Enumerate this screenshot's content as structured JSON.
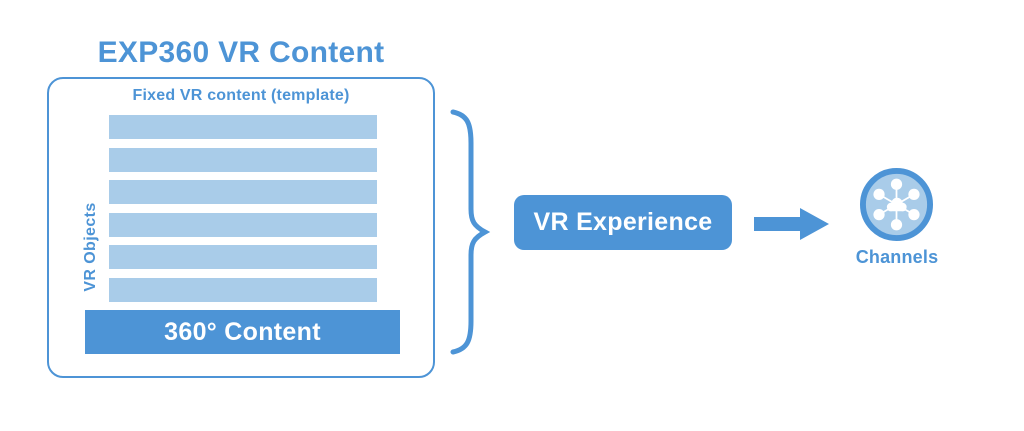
{
  "palette": {
    "primary": "#4D94D6",
    "light": "#A9CCE9",
    "bg": "#FFFFFF",
    "text_on_primary": "#FFFFFF"
  },
  "diagram": {
    "title": "EXP360 VR Content",
    "content_box": {
      "header": "Fixed VR content (template)",
      "side_label": "VR Objects",
      "object_bar_count": 6,
      "footer_label": "360° Content"
    },
    "experience_label": "VR Experience",
    "channels_label": "Channels",
    "icons": {
      "brace": "curly-brace-icon",
      "arrow": "right-arrow-icon",
      "channels": "channels-network-icon"
    }
  }
}
